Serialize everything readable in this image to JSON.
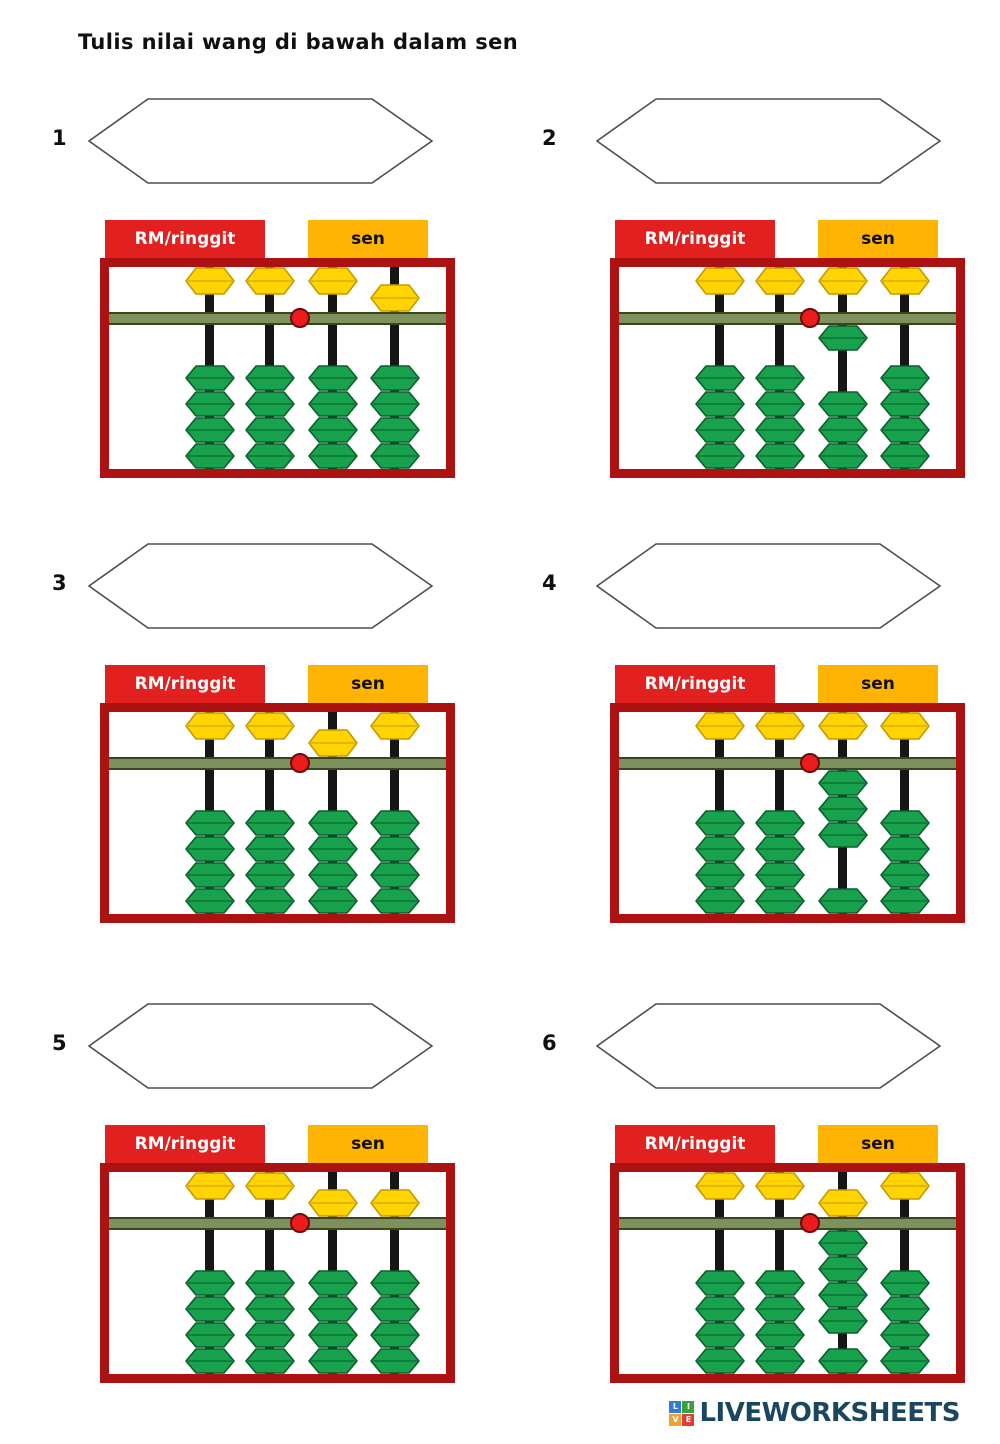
{
  "title": "Tulis nilai wang di bawah dalam sen",
  "abacus": {
    "rm_label": "RM/ringgit",
    "sen_label": "sen"
  },
  "colors": {
    "frame_red": "#ad1212",
    "label_red": "#e32020",
    "label_orange": "#ffb303",
    "beam_green": "#7e915c",
    "beam_border": "#39451f",
    "dot_red": "#ec1c1c",
    "dot_border": "#6d0a0a",
    "rod_black": "#161616",
    "bead_yellow": "#ffd400",
    "bead_yellow_edge": "#c79a00",
    "bead_green": "#18a24d",
    "bead_green_edge": "#0a5f2c"
  },
  "problems": [
    {
      "number": "1",
      "answer": "",
      "rods": [
        {
          "upper_down": false,
          "lower_up": 0,
          "lower_down": 4
        },
        {
          "upper_down": false,
          "lower_up": 0,
          "lower_down": 4
        },
        {
          "upper_down": false,
          "lower_up": 0,
          "lower_down": 4
        },
        {
          "upper_down": true,
          "lower_up": 0,
          "lower_down": 4
        }
      ]
    },
    {
      "number": "2",
      "answer": "",
      "rods": [
        {
          "upper_down": false,
          "lower_up": 0,
          "lower_down": 4
        },
        {
          "upper_down": false,
          "lower_up": 0,
          "lower_down": 4
        },
        {
          "upper_down": false,
          "lower_up": 1,
          "lower_down": 3
        },
        {
          "upper_down": false,
          "lower_up": 0,
          "lower_down": 4
        }
      ]
    },
    {
      "number": "3",
      "answer": "",
      "rods": [
        {
          "upper_down": false,
          "lower_up": 0,
          "lower_down": 4
        },
        {
          "upper_down": false,
          "lower_up": 0,
          "lower_down": 4
        },
        {
          "upper_down": true,
          "lower_up": 0,
          "lower_down": 4
        },
        {
          "upper_down": false,
          "lower_up": 0,
          "lower_down": 4
        }
      ]
    },
    {
      "number": "4",
      "answer": "",
      "rods": [
        {
          "upper_down": false,
          "lower_up": 0,
          "lower_down": 4
        },
        {
          "upper_down": false,
          "lower_up": 0,
          "lower_down": 4
        },
        {
          "upper_down": false,
          "lower_up": 3,
          "lower_down": 1
        },
        {
          "upper_down": false,
          "lower_up": 0,
          "lower_down": 4
        }
      ]
    },
    {
      "number": "5",
      "answer": "",
      "rods": [
        {
          "upper_down": false,
          "lower_up": 0,
          "lower_down": 4
        },
        {
          "upper_down": false,
          "lower_up": 0,
          "lower_down": 4
        },
        {
          "upper_down": true,
          "lower_up": 0,
          "lower_down": 4
        },
        {
          "upper_down": true,
          "lower_up": 0,
          "lower_down": 4
        }
      ]
    },
    {
      "number": "6",
      "answer": "",
      "rods": [
        {
          "upper_down": false,
          "lower_up": 0,
          "lower_down": 4
        },
        {
          "upper_down": false,
          "lower_up": 0,
          "lower_down": 4
        },
        {
          "upper_down": true,
          "lower_up": 4,
          "lower_down": 1
        },
        {
          "upper_down": false,
          "lower_up": 0,
          "lower_down": 4
        }
      ]
    }
  ],
  "footer": {
    "brand": "LIVEWORKSHEETS",
    "logo_letters": [
      "L",
      "I",
      "V",
      "E"
    ],
    "logo_colors": [
      "#2e7cd6",
      "#3aa23a",
      "#f1a12f",
      "#e23b3b"
    ]
  }
}
